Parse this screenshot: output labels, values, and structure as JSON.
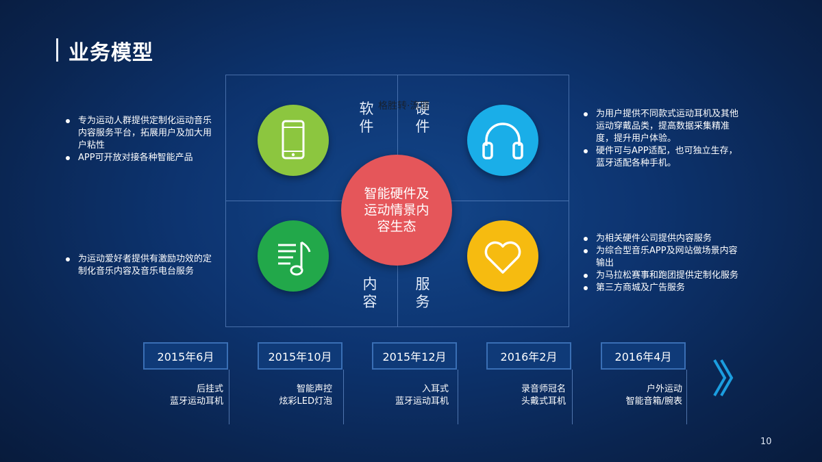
{
  "title": "业务模型",
  "watermark": "格胜转·流理",
  "center": "智能硬件及运动情景内容生态",
  "quadrants": {
    "software": "软件",
    "hardware": "硬件",
    "content": "内容",
    "service": "服务"
  },
  "icons": {
    "software": "phone-icon",
    "hardware": "headphones-icon",
    "content": "music-note-icon",
    "service": "heart-icon"
  },
  "colors": {
    "software": "#8cc63f",
    "hardware": "#1aaee8",
    "content": "#22a84a",
    "service": "#f6bb10",
    "center": "#e5565a"
  },
  "left_top_bullets": [
    "专为运动人群提供定制化运动音乐内容服务平台，拓展用户及加大用户粘性",
    "APP可开放对接各种智能产品"
  ],
  "left_bottom_bullets": [
    "为运动爱好者提供有激励功效的定制化音乐内容及音乐电台服务"
  ],
  "right_top_bullets": [
    "为用户提供不同款式运动耳机及其他运动穿戴品类，提高数据采集精准度，提升用户体验。",
    "硬件可与APP适配，也可独立生存，蓝牙适配各种手机。"
  ],
  "right_bottom_bullets": [
    "为相关硬件公司提供内容服务",
    "为综合型音乐APP及网站做场景内容输出",
    "为马拉松赛事和跑团提供定制化服务",
    "第三方商城及广告服务"
  ],
  "timeline": [
    {
      "date": "2015年6月",
      "line1": "后挂式",
      "line2": "蓝牙运动耳机"
    },
    {
      "date": "2015年10月",
      "line1": "智能声控",
      "line2": "炫彩LED灯泡"
    },
    {
      "date": "2015年12月",
      "line1": "入耳式",
      "line2": "蓝牙运动耳机"
    },
    {
      "date": "2016年2月",
      "line1": "录音师冠名",
      "line2": "头戴式耳机"
    },
    {
      "date": "2016年4月",
      "line1": "户外运动",
      "line2": "智能音箱/腕表"
    }
  ],
  "page_number": "10"
}
